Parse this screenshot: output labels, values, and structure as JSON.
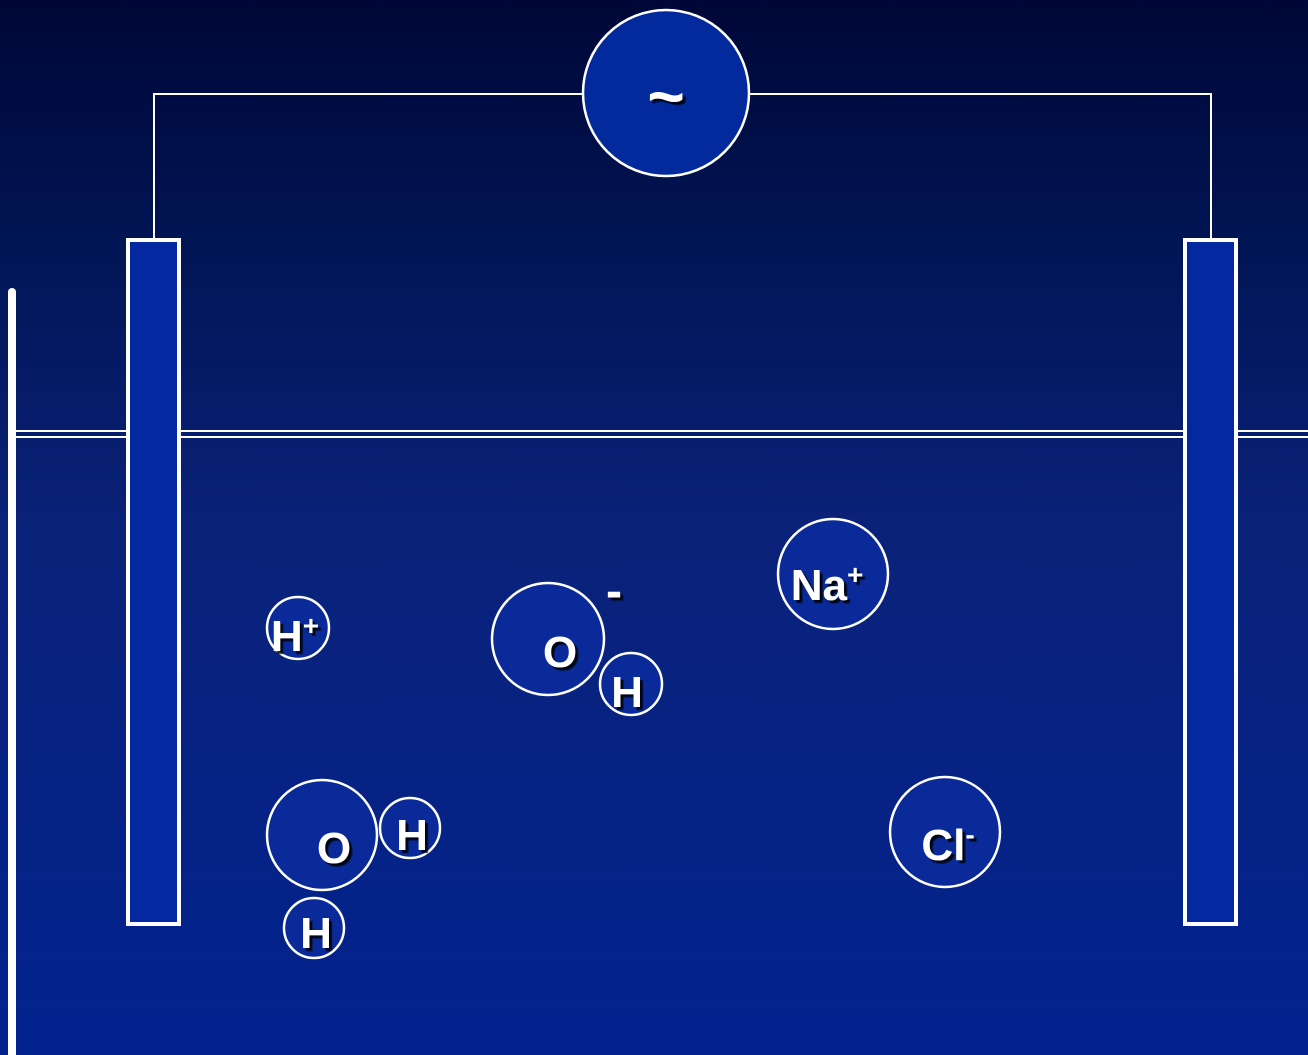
{
  "source": {
    "symbol": "~"
  },
  "particles": {
    "h_plus": {
      "symbol": "H",
      "charge": "+"
    },
    "hydroxide": {
      "oxygen": "O",
      "hydrogen": "H",
      "charge": "-"
    },
    "sodium": {
      "symbol": "Na",
      "charge": "+"
    },
    "water": {
      "oxygen": "O",
      "hydrogen_1": "H",
      "hydrogen_2": "H"
    },
    "chloride": {
      "symbol": "Cl",
      "charge": "-"
    }
  },
  "colors": {
    "atom_fill": "#0a2a9a",
    "electrode_fill": "#0328a0",
    "line": "#ffffff"
  }
}
